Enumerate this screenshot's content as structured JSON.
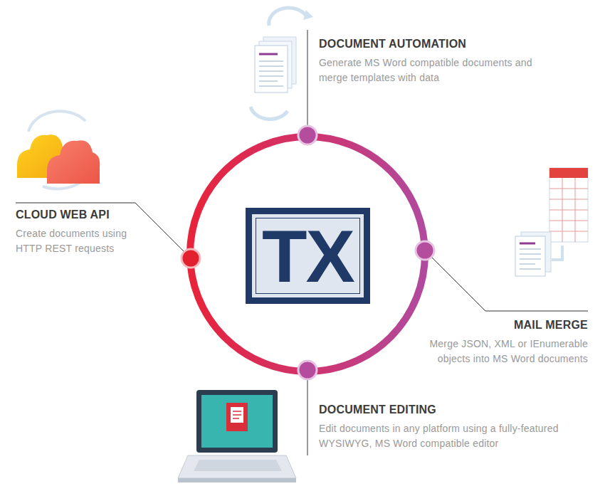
{
  "diagram": {
    "nodes": [
      {
        "text": [
          "DOCUMENT AUTOMATION",
          "Generate MS Word compatible documents and merge templates with data"
        ]
      },
      {
        "text": [
          "CLOUD WEB API",
          "Create documents using HTTP REST requests"
        ]
      },
      {
        "text": [
          "TX"
        ]
      },
      {
        "text": [
          "MAIL MERGE",
          "Merge JSON, XML or IEnumerable objects into MS Word documents"
        ]
      },
      {
        "text": [
          "DOCUMENT EDITING",
          "Edit documents in any platform using a fully-featured WYSIWYG, MS Word compatible editor"
        ]
      }
    ]
  }
}
